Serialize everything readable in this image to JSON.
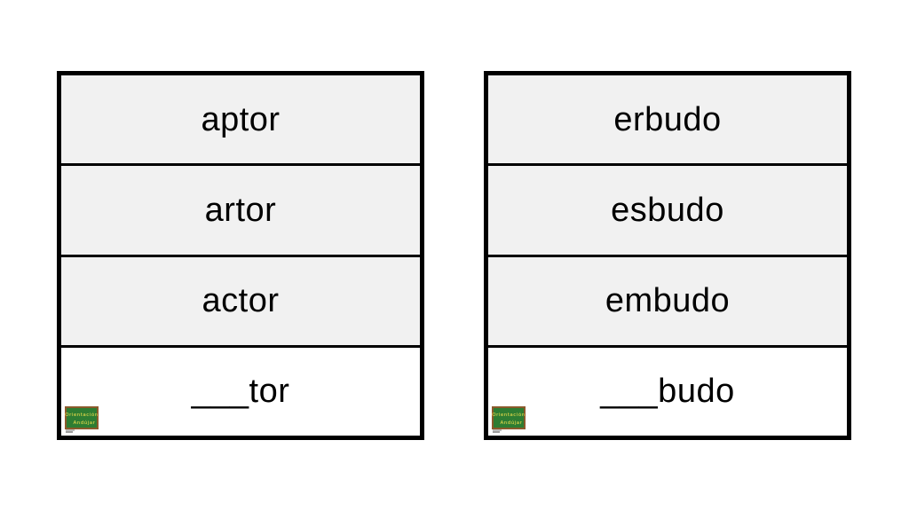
{
  "cards": [
    {
      "options": [
        "aptor",
        "artor",
        "actor"
      ],
      "prompt": "___tor"
    },
    {
      "options": [
        "erbudo",
        "esbudo",
        "embudo"
      ],
      "prompt": "___budo"
    }
  ],
  "logo": {
    "line1": "Orientación",
    "line2": "Andújar",
    "board_color": "#2e7d32",
    "frame_color": "#8b5a2b"
  }
}
